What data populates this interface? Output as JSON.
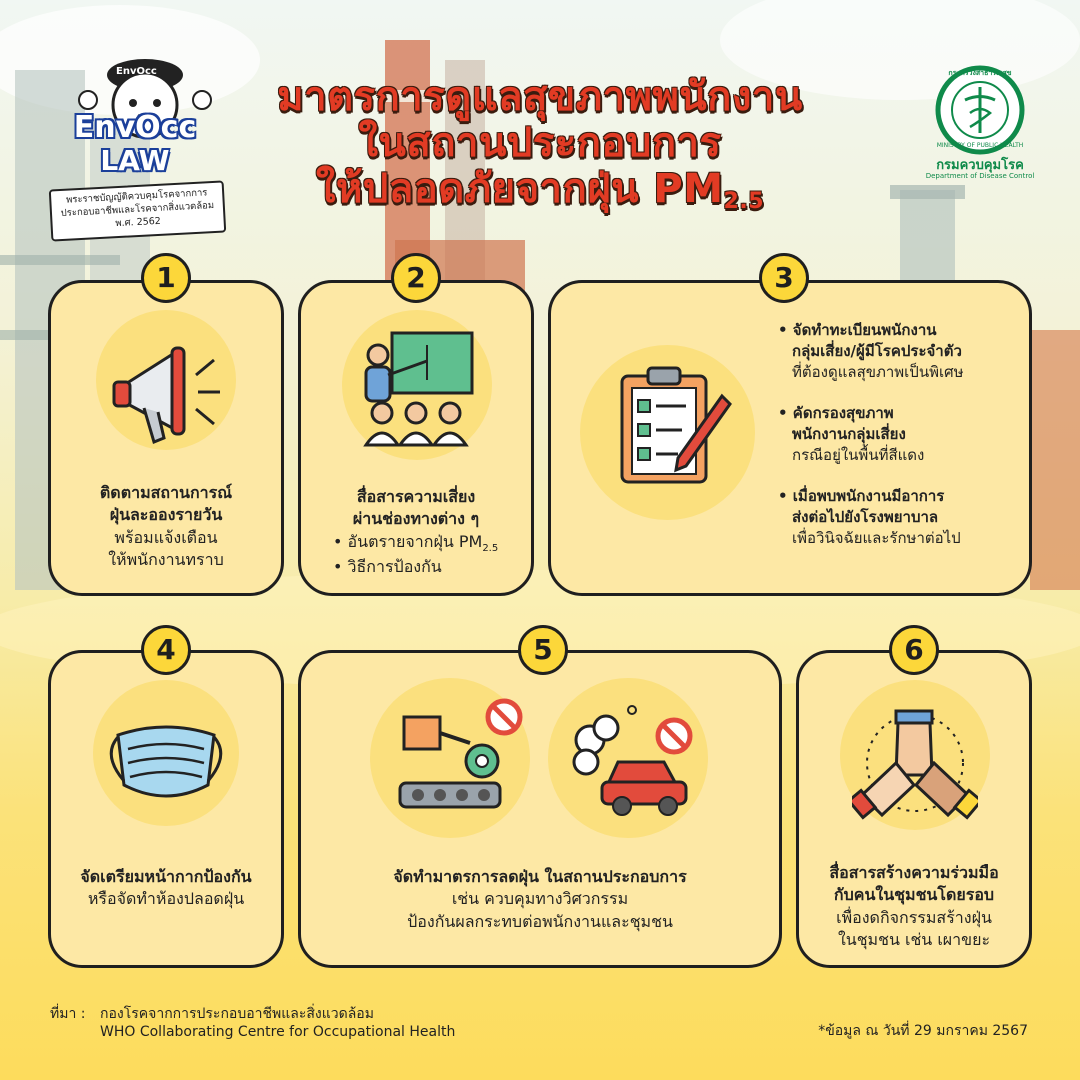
{
  "header": {
    "title_line1": "มาตรการดูแลสุขภาพพนักงาน",
    "title_line2": "ในสถานประกอบการ",
    "title_line3_main": "ให้ปลอดภัยจากฝุ่น PM",
    "title_line3_sub": "2.5"
  },
  "logo_left": {
    "cap_text": "EnvOcc",
    "brand_line1": "EnvOcc",
    "brand_line2": "LAW",
    "law_line1": "พระราชบัญญัติควบคุมโรคจากการ",
    "law_line2": "ประกอบอาชีพและโรคจากสิ่งแวดล้อม",
    "law_line3": "พ.ศ. 2562"
  },
  "logo_right": {
    "seal_text_top": "กระทรวงสาธารณสุข",
    "seal_text_bottom": "MINISTRY OF PUBLIC HEALTH",
    "dept_thai": "กรมควบคุมโรค",
    "dept_en": "Department of Disease Control"
  },
  "cards": [
    {
      "num": "1",
      "bold1": "ติดตามสถานการณ์",
      "bold2": "ฝุ่นละอองรายวัน",
      "reg1": "พร้อมแจ้งเตือน",
      "reg2": "ให้พนักงานทราบ",
      "icon": "megaphone-icon"
    },
    {
      "num": "2",
      "bold1": "สื่อสารความเสี่ยง",
      "bold2": "ผ่านช่องทางต่าง ๆ",
      "bullet1_main": "• อันตรายจากฝุ่น PM",
      "bullet1_sub": "2.5",
      "bullet2": "• วิธีการป้องกัน",
      "icon": "presentation-icon"
    },
    {
      "num": "3",
      "items": [
        {
          "bold1": "• จัดทำทะเบียนพนักงาน",
          "bold2": "กลุ่มเสี่ยง/ผู้มีโรคประจำตัว",
          "reg": "ที่ต้องดูแลสุขภาพเป็นพิเศษ"
        },
        {
          "bold1": "• คัดกรองสุขภาพ",
          "bold2": "พนักงานกลุ่มเสี่ยง",
          "reg": "กรณีอยู่ในพื้นที่สีแดง"
        },
        {
          "bold1": "• เมื่อพบพนักงานมีอาการ",
          "bold2": "ส่งต่อไปยังโรงพยาบาล",
          "reg": "เพื่อวินิจฉัยและรักษาต่อไป"
        }
      ],
      "icon": "clipboard-checklist-icon"
    },
    {
      "num": "4",
      "bold1": "จัดเตรียมหน้ากากป้องกัน",
      "reg1": "หรือจัดทำห้องปลอดฝุ่น",
      "icon": "face-mask-icon"
    },
    {
      "num": "5",
      "bold1": "จัดทำมาตรการลดฝุ่น ในสถานประกอบการ",
      "reg1": "เช่น ควบคุมทางวิศวกรรม",
      "reg2": "ป้องกันผลกระทบต่อพนักงานและชุมชน",
      "icon": "factory-machine-icon"
    },
    {
      "num": "6",
      "bold1": "สื่อสารสร้างความร่วมมือ",
      "bold2": "กับคนในชุมชนโดยรอบ",
      "reg1": "เพื่องดกิจกรรมสร้างฝุ่น",
      "reg2": "ในชุมชน เช่น เผาขยะ",
      "icon": "hands-together-icon"
    }
  ],
  "footer": {
    "source_label": "ที่มา :",
    "source_line1": "กองโรคจากการประกอบอาชีพและสิ่งแวดล้อม",
    "source_line2": "WHO Collaborating Centre for Occupational Health",
    "date_note": "*ข้อมูล ณ วันที่ 29 มกราคม 2567"
  },
  "colors": {
    "title_red": "#e23b24",
    "card_fill": "#fde8a5",
    "badge_yellow": "#fcd73a",
    "seal_green": "#0f8a4a"
  }
}
